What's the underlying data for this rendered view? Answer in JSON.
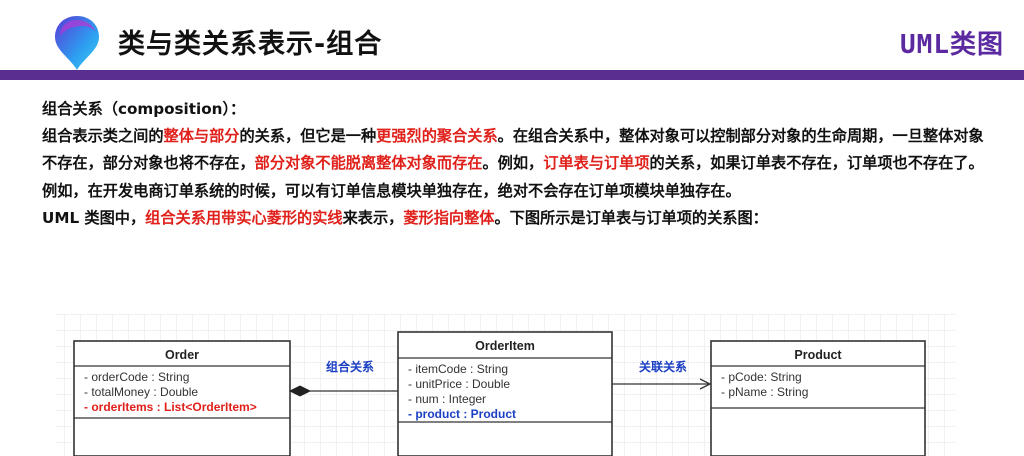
{
  "header": {
    "title": "类与类关系表示-组合",
    "brand": "UML类图"
  },
  "content": {
    "heading": "组合关系（composition）：",
    "para1": [
      {
        "t": "组合表示类之间的",
        "red": false
      },
      {
        "t": "整体与部分",
        "red": true
      },
      {
        "t": "的关系，但它是一种",
        "red": false
      },
      {
        "t": "更强烈的聚合关系",
        "red": true
      },
      {
        "t": "。在组合关系中，整体对象可以控制部分对象的生命周期，一旦整体对象不存在，部分对象也将不存在，",
        "red": false
      },
      {
        "t": "部分对象不能脱离整体对象而存在",
        "red": true
      },
      {
        "t": "。例如，",
        "red": false
      },
      {
        "t": "订单表与订单项",
        "red": true
      },
      {
        "t": "的关系，如果订单表不存在，订单项也不存在了。例如，在开发电商订单系统的时候，可以有订单信息模块单独存在，绝对不会存在订单项模块单独存在。",
        "red": false
      }
    ],
    "para2": [
      {
        "t": "UML 类图中，",
        "red": false
      },
      {
        "t": "组合关系用带实心菱形的实线",
        "red": true
      },
      {
        "t": "来表示，",
        "red": false
      },
      {
        "t": "菱形指向整体",
        "red": true
      },
      {
        "t": "。下图所示是订单表与订单项的关系图：",
        "red": false
      }
    ]
  },
  "diagram": {
    "classes": [
      {
        "name": "Order",
        "attrs": [
          {
            "text": "- orderCode : String",
            "color": "#333333"
          },
          {
            "text": "- totalMoney : Double",
            "color": "#333333"
          },
          {
            "text": "- orderItems : List<OrderItem>",
            "color": "#e0201a"
          }
        ]
      },
      {
        "name": "OrderItem",
        "attrs": [
          {
            "text": "- itemCode : String",
            "color": "#333333"
          },
          {
            "text": "- unitPrice : Double",
            "color": "#333333"
          },
          {
            "text": "- num : Integer",
            "color": "#333333"
          },
          {
            "text": "- product : Product",
            "color": "#1a3fc4"
          }
        ]
      },
      {
        "name": "Product",
        "attrs": [
          {
            "text": "- pCode: String",
            "color": "#333333"
          },
          {
            "text": "- pName : String",
            "color": "#333333"
          }
        ]
      }
    ],
    "rel1_label": "组合关系",
    "rel2_label": "关联关系",
    "label_color": "#1a3fc4"
  }
}
